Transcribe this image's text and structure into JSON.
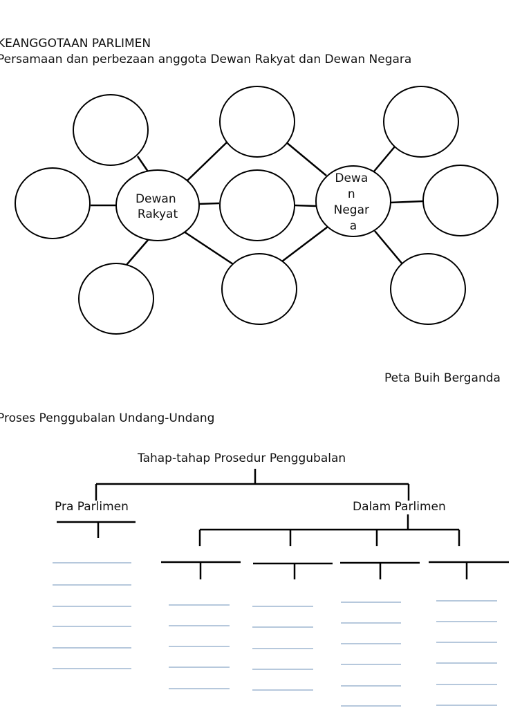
{
  "header": {
    "section_title": "KEANGGOTAAN PARLIMEN",
    "subtitle": "Persamaan dan perbezaan anggota Dewan Rakyat dan Dewan Negara"
  },
  "double_bubble": {
    "left_topic": [
      "Dewan",
      "Rakyat"
    ],
    "right_topic": [
      "Dewa",
      "n",
      "Negar",
      "a"
    ],
    "caption": "Peta Buih Berganda"
  },
  "process_section": {
    "title": "Proses Penggubalan Undang-Undang",
    "tree_root": "Tahap-tahap Prosedur Penggubalan",
    "branch_left": "Pra Parlimen",
    "branch_right": "Dalam Parlimen"
  },
  "colors": {
    "outline": "#000000",
    "writing_lines": "#8aa8c8"
  }
}
